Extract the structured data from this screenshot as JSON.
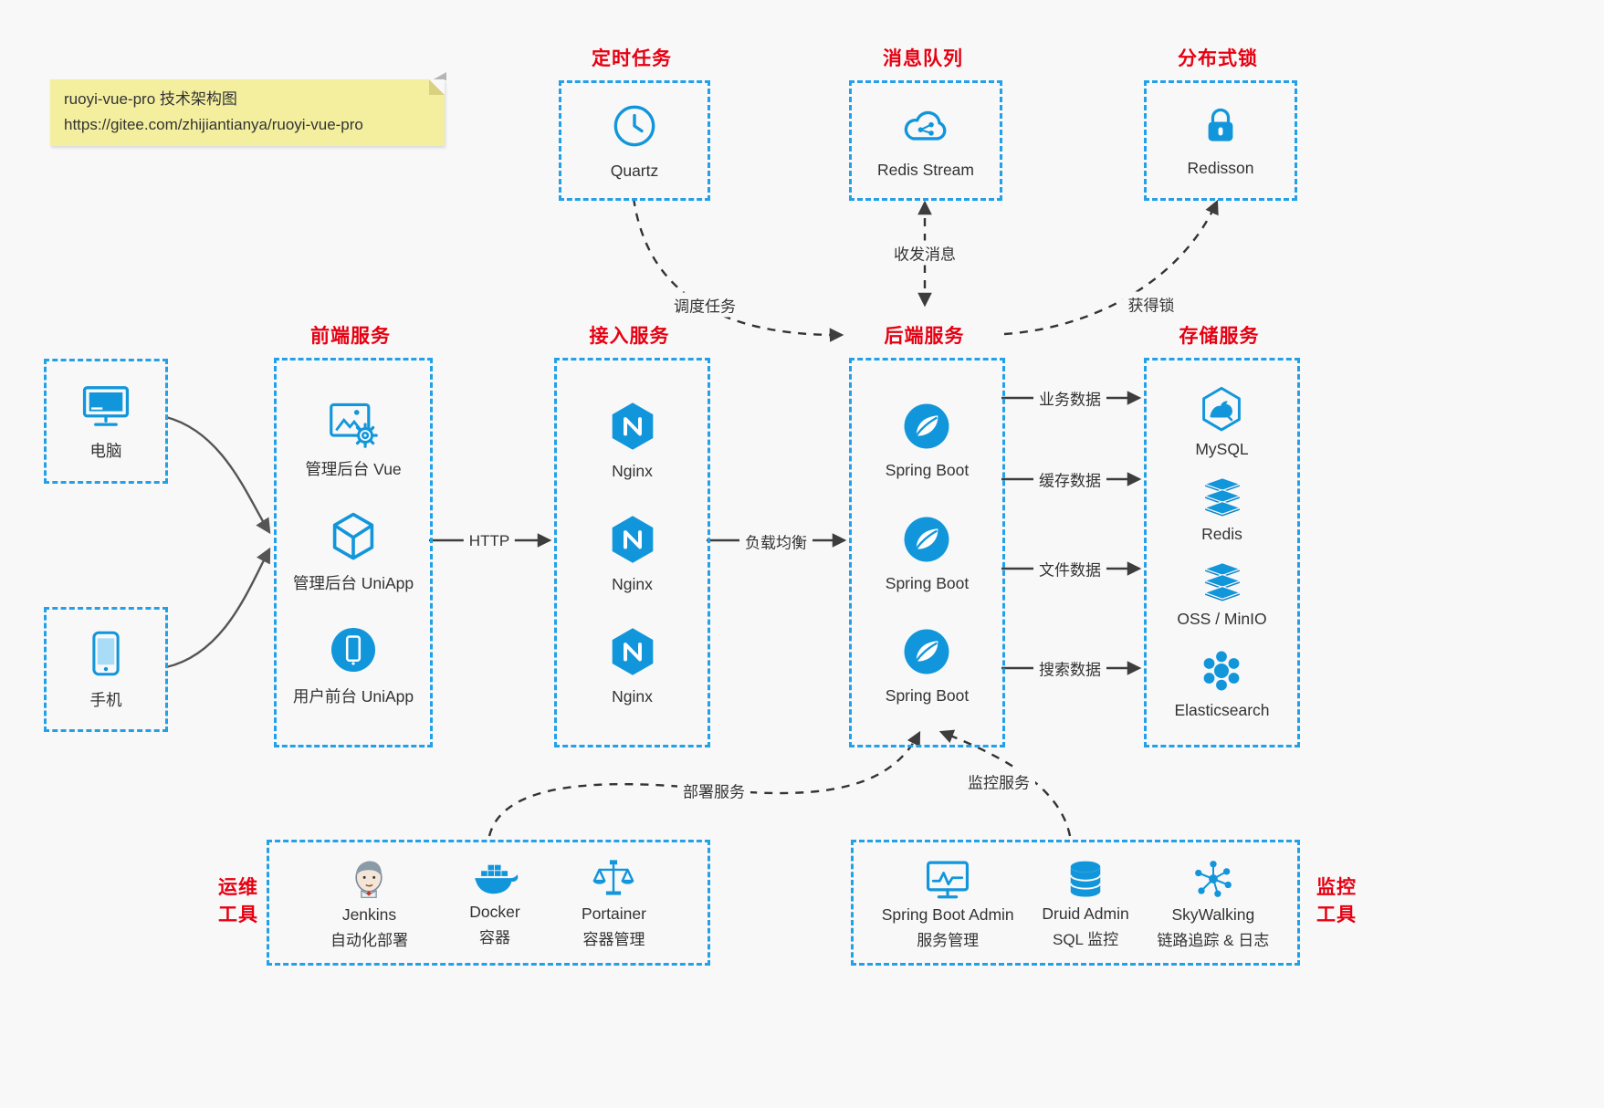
{
  "note": {
    "line1": "ruoyi-vue-pro 技术架构图",
    "line2": "https://gitee.com/zhijiantianya/ruoyi-vue-pro"
  },
  "colors": {
    "accent_blue": "#1296db",
    "border_blue": "#22a0e8",
    "title_red": "#e60012",
    "note_yellow": "#f4ef9f",
    "line_dark": "#3d3d3d"
  },
  "top_services": {
    "scheduler": {
      "title": "定时任务",
      "item": "Quartz"
    },
    "mq": {
      "title": "消息队列",
      "item": "Redis Stream"
    },
    "lock": {
      "title": "分布式锁",
      "item": "Redisson"
    }
  },
  "clients": {
    "pc": {
      "label": "电脑"
    },
    "mobile": {
      "label": "手机"
    }
  },
  "frontend": {
    "title": "前端服务",
    "items": [
      {
        "label": "管理后台 Vue"
      },
      {
        "label": "管理后台 UniApp"
      },
      {
        "label": "用户前台 UniApp"
      }
    ]
  },
  "gateway": {
    "title": "接入服务",
    "items": [
      {
        "label": "Nginx"
      },
      {
        "label": "Nginx"
      },
      {
        "label": "Nginx"
      }
    ]
  },
  "backend": {
    "title": "后端服务",
    "items": [
      {
        "label": "Spring Boot"
      },
      {
        "label": "Spring Boot"
      },
      {
        "label": "Spring Boot"
      }
    ]
  },
  "storage": {
    "title": "存储服务",
    "items": [
      {
        "label": "MySQL"
      },
      {
        "label": "Redis"
      },
      {
        "label": "OSS / MinIO"
      },
      {
        "label": "Elasticsearch"
      }
    ]
  },
  "flows": {
    "http": "HTTP",
    "load_balance": "负载均衡",
    "business_data": "业务数据",
    "cache_data": "缓存数据",
    "file_data": "文件数据",
    "search_data": "搜索数据",
    "schedule_task": "调度任务",
    "messaging": "收发消息",
    "acquire_lock": "获得锁",
    "deploy": "部署服务",
    "monitor": "监控服务"
  },
  "ops": {
    "title_line1": "运维",
    "title_line2": "工具",
    "items": [
      {
        "name": "Jenkins",
        "desc": "自动化部署"
      },
      {
        "name": "Docker",
        "desc": "容器"
      },
      {
        "name": "Portainer",
        "desc": "容器管理"
      }
    ]
  },
  "monitoring": {
    "title_line1": "监控",
    "title_line2": "工具",
    "items": [
      {
        "name": "Spring Boot Admin",
        "desc": "服务管理"
      },
      {
        "name": "Druid Admin",
        "desc": "SQL 监控"
      },
      {
        "name": "SkyWalking",
        "desc": "链路追踪 & 日志"
      }
    ]
  }
}
